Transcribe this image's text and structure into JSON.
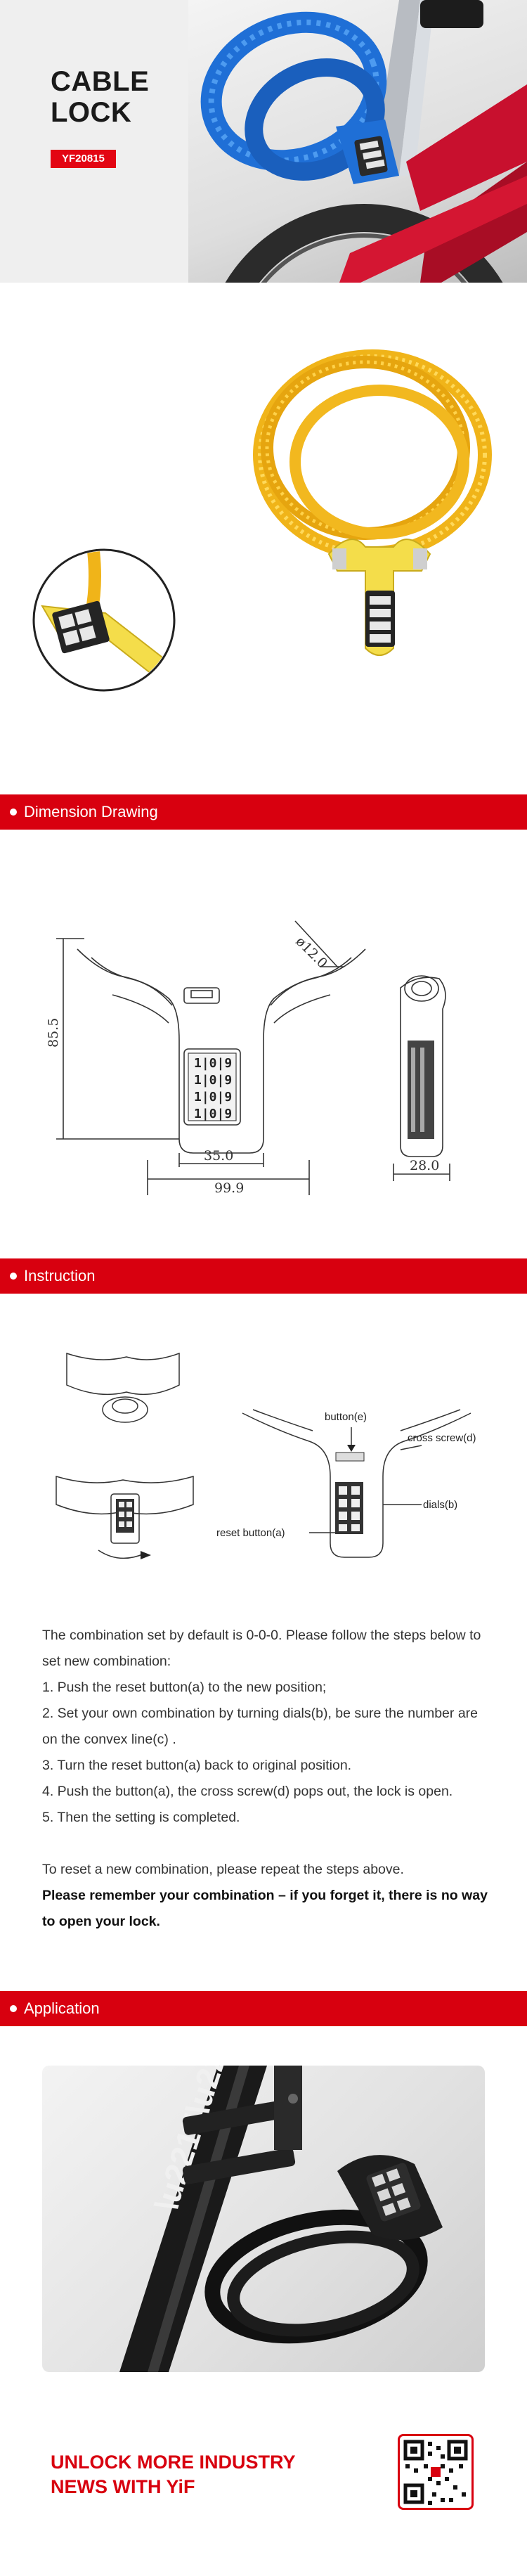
{
  "hero": {
    "title": "CABLE\nLOCK",
    "model": "YF20815"
  },
  "sections": {
    "dimension": "Dimension Drawing",
    "instruction": "Instruction",
    "application": "Application"
  },
  "dimensions": {
    "diameter": "ø12.0",
    "height": "85.5",
    "inner_width": "35.0",
    "outer_width": "99.9",
    "depth": "28.0",
    "dial_rows": [
      "1",
      "0",
      "9"
    ]
  },
  "diagram_labels": {
    "button": "button(e)",
    "cross_screw": "cross screw(d)",
    "dials": "dials(b)",
    "reset_button": "reset button(a)"
  },
  "instructions": [
    "The combination set by default is 0-0-0. Please follow the steps below to set new combination:",
    "1. Push the reset button(a) to the  new position;",
    "2. Set your  own combination by turning dials(b), be sure the number are on the convex line(c) .",
    "3. Turn the reset button(a) back to original position.",
    "4. Push the button(a), the cross screw(d) pops out, the lock is open.",
    "5. Then the setting is completed.",
    "To reset a new combination, please repeat the steps above."
  ],
  "warning": "Please remember your combination – if you forget it, there is no way to open your lock.",
  "footer": {
    "title": "UNLOCK MORE INDUSTRY\nNEWS WITH YiF"
  },
  "colors": {
    "brand_red": "#d8000f",
    "cable_blue": "#1f6fd6",
    "cable_yellow": "#f5c518",
    "frame_red": "#c8102e"
  },
  "icons": {
    "section_bullet": "white-dot-icon"
  }
}
